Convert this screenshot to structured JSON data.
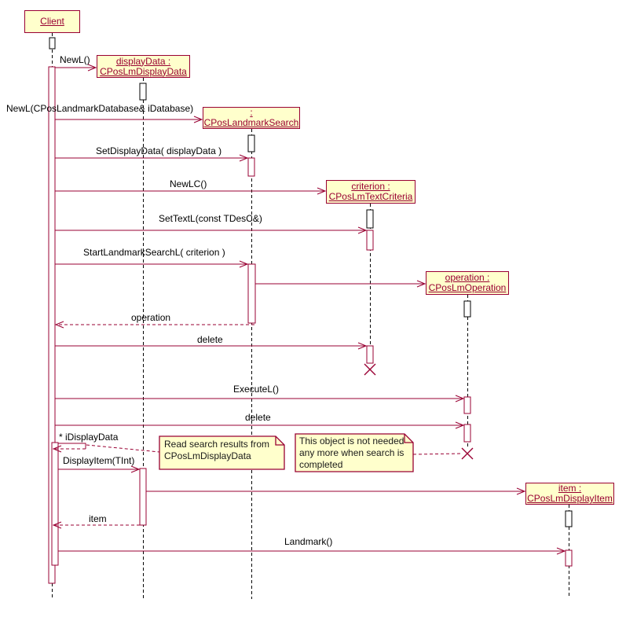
{
  "diagram_type": "uml-sequence-diagram",
  "colors": {
    "accent_line": "#990033",
    "object_fill": "#ffffcc",
    "object_text": "#990033",
    "lifeline": "#000000",
    "message_text": "#000000",
    "note_fill": "#ffffcc",
    "background": "#ffffff"
  },
  "objects": [
    {
      "line1": "Client",
      "line2": ""
    },
    {
      "line1": "displayData :",
      "line2": "CPosLmDisplayData"
    },
    {
      "line1": ":",
      "line2": "CPosLandmarkSearch"
    },
    {
      "line1": "criterion :",
      "line2": "CPosLmTextCriteria"
    },
    {
      "line1": "operation :",
      "line2": "CPosLmOperation"
    },
    {
      "line1": "item :",
      "line2": "CPosLmDisplayItem"
    }
  ],
  "messages": [
    {
      "label": "NewL()",
      "kind": "call"
    },
    {
      "label": "NewL(CPosLandmarkDatabase& iDatabase)",
      "kind": "call"
    },
    {
      "label": "SetDisplayData( displayData )",
      "kind": "call"
    },
    {
      "label": "NewLC()",
      "kind": "call"
    },
    {
      "label": "SetTextL(const TDesC&)",
      "kind": "call"
    },
    {
      "label": "StartLandmarkSearchL( criterion )",
      "kind": "call"
    },
    {
      "label": "operation",
      "kind": "return"
    },
    {
      "label": "delete",
      "kind": "call"
    },
    {
      "label": "ExecuteL()",
      "kind": "call"
    },
    {
      "label": "delete",
      "kind": "call"
    },
    {
      "label": "* iDisplayData",
      "kind": "self"
    },
    {
      "label": "DisplayItem(TInt)",
      "kind": "call"
    },
    {
      "label": "item",
      "kind": "return"
    },
    {
      "label": "Landmark()",
      "kind": "call"
    }
  ],
  "notes": [
    {
      "lines": [
        "Read search results from",
        "CPosLmDisplayData"
      ]
    },
    {
      "lines": [
        "This object is not needed",
        "any more when search is",
        "completed"
      ]
    }
  ]
}
